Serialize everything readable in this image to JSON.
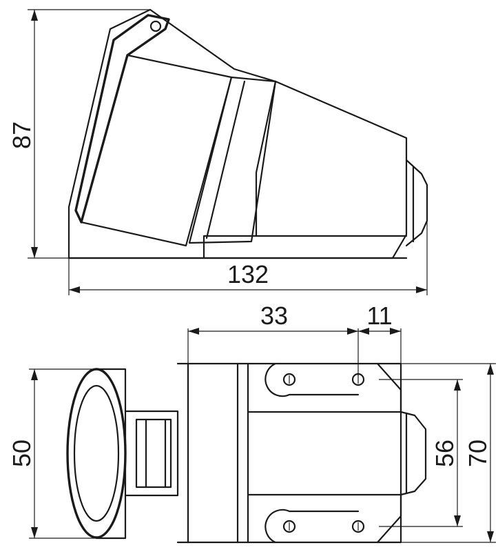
{
  "dimensions": {
    "side_height": "87",
    "side_length": "132",
    "top_spacing_a": "33",
    "top_spacing_b": "11",
    "front_height_a": "50",
    "front_height_b": "56",
    "front_height_c": "70"
  },
  "colors": {
    "line": "#1a1a1a",
    "background": "#ffffff"
  }
}
